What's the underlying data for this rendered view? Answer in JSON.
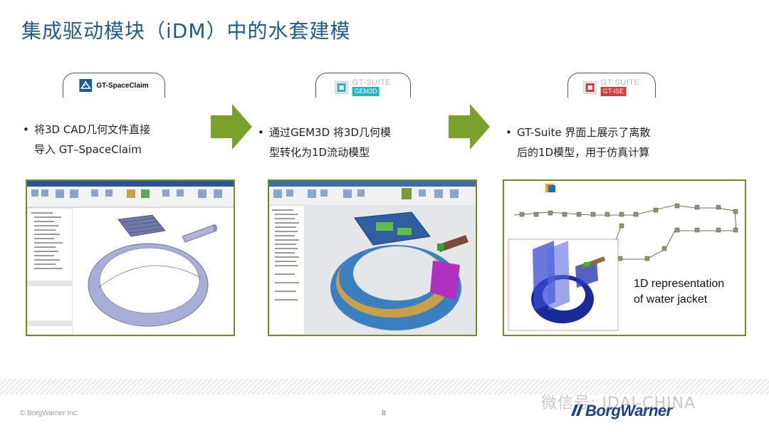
{
  "slide": {
    "title": "集成驱动模块（iDM）中的水套建模",
    "page_number": "8",
    "copyright": "© BorgWarner Inc.",
    "watermark": "微信号: IDAJ-CHINA",
    "brand": "BorgWarner"
  },
  "steps": [
    {
      "tab_label": "GT-SpaceClaim",
      "bullet_line1": "将3D CAD几何文件直接",
      "bullet_line2": "导入 GT–SpaceClaim"
    },
    {
      "tab_suite": "GT-SUITE",
      "tab_badge": "GEM3D",
      "bullet_line1": "通过GEM3D 将3D几何模",
      "bullet_line2": "型转化为1D流动模型"
    },
    {
      "tab_suite": "GT-SUITE",
      "tab_badge": "GT-ISE",
      "bullet_line1": "GT-Suite 界面上展示了离散",
      "bullet_line2": "后的1D模型，用于仿真计算"
    }
  ],
  "panel3": {
    "caption_line1": "1D representation",
    "caption_line2": "of water jacket"
  },
  "colors": {
    "title": "#1f5b8a",
    "arrow": "#7aa12b",
    "frame": "#6f8c2a",
    "gem3d_badge": "#25b4c9",
    "ise_badge": "#d83b3b",
    "brand": "#1b3f8f"
  }
}
